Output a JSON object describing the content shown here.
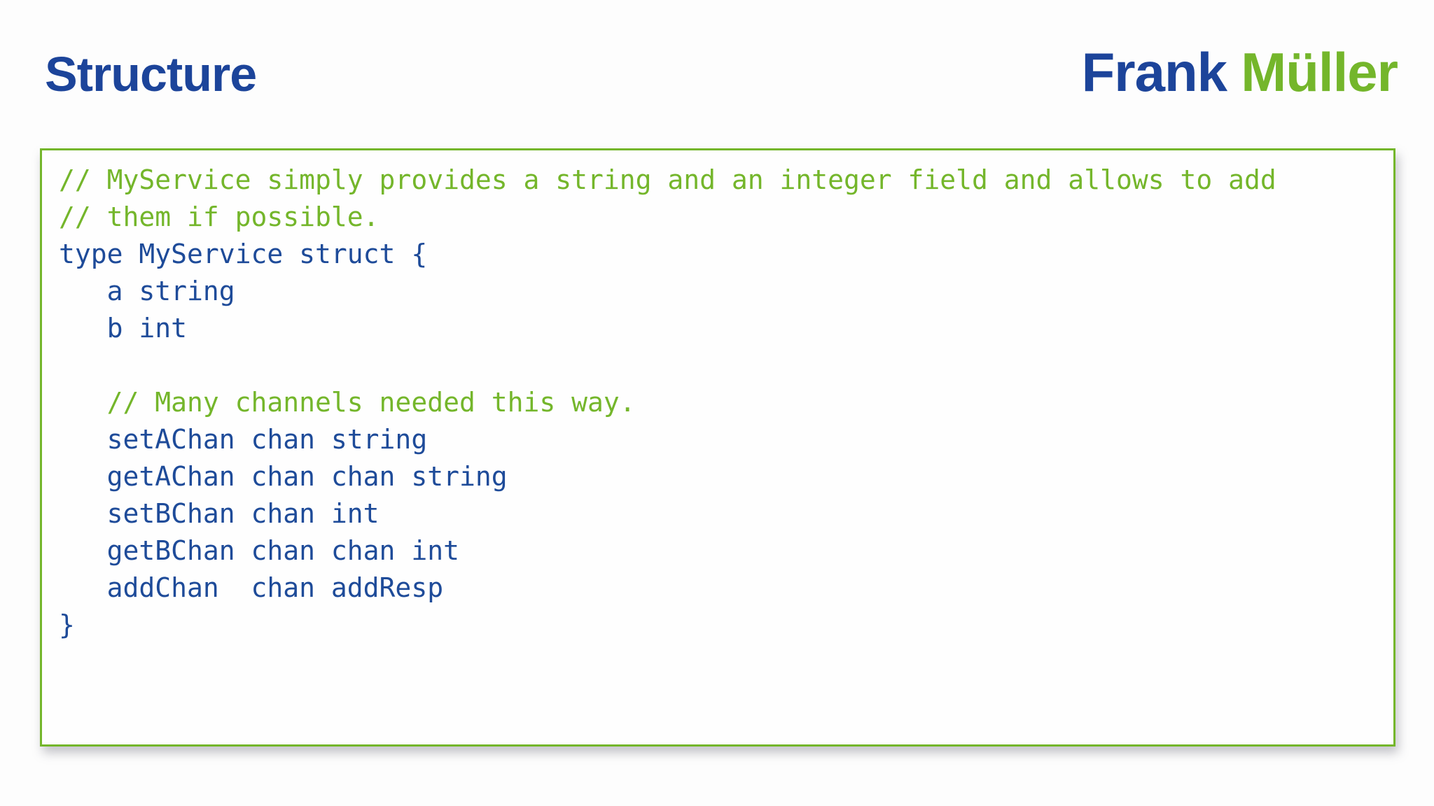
{
  "slide": {
    "title": "Structure",
    "author": {
      "first": "Frank",
      "last": "Müller"
    }
  },
  "colors": {
    "title_blue": "#1c449a",
    "code_blue": "#1e4b99",
    "green": "#74b62b",
    "comment_green": "#74b62b"
  },
  "code": {
    "language": "go",
    "lines": [
      {
        "kind": "comment",
        "text": "// MyService simply provides a string and an integer field and allows to add"
      },
      {
        "kind": "comment",
        "text": "// them if possible."
      },
      {
        "kind": "code",
        "text": "type MyService struct {"
      },
      {
        "kind": "code",
        "text": "   a string"
      },
      {
        "kind": "code",
        "text": "   b int"
      },
      {
        "kind": "code",
        "text": ""
      },
      {
        "kind": "comment",
        "text": "   // Many channels needed this way."
      },
      {
        "kind": "code",
        "text": "   setAChan chan string"
      },
      {
        "kind": "code",
        "text": "   getAChan chan chan string"
      },
      {
        "kind": "code",
        "text": "   setBChan chan int"
      },
      {
        "kind": "code",
        "text": "   getBChan chan chan int"
      },
      {
        "kind": "code",
        "text": "   addChan  chan addResp"
      },
      {
        "kind": "code",
        "text": "}"
      }
    ]
  }
}
